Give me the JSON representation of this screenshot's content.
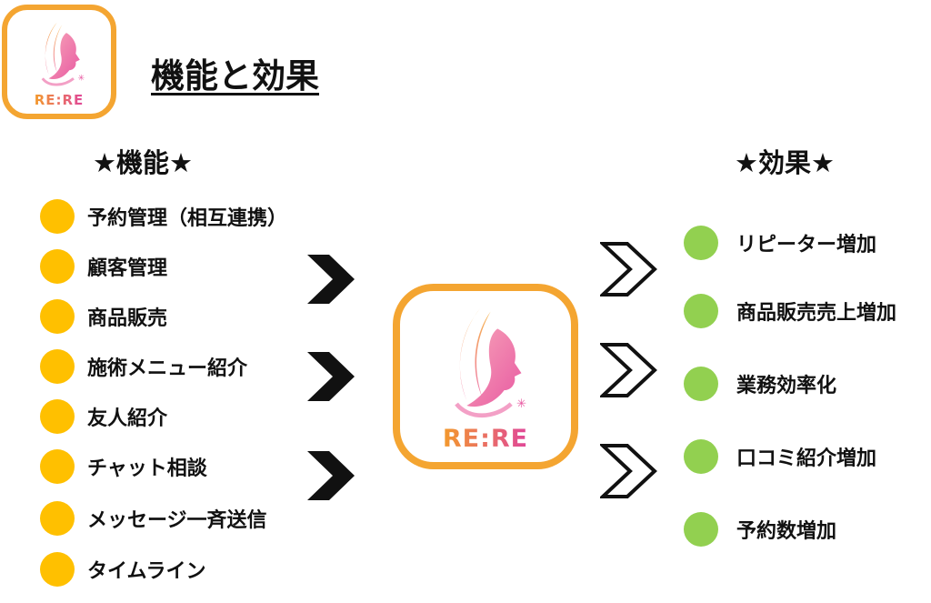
{
  "logo": {
    "wordmark": "RE:RE"
  },
  "title": "機能と効果",
  "features": {
    "heading": "★機能★",
    "items": [
      "予約管理（相互連携）",
      "顧客管理",
      "商品販売",
      "施術メニュー紹介",
      "友人紹介",
      "チャット相談",
      "メッセージ一斉送信",
      "タイムライン"
    ]
  },
  "effects": {
    "heading": "★効果★",
    "items": [
      "リピーター増加",
      "商品販売売上増加",
      "業務効率化",
      "口コミ紹介増加",
      "予約数増加"
    ]
  },
  "colors": {
    "feature_dot": "#ffc000",
    "effect_dot": "#92d050",
    "logo_orange": "#f39a2c",
    "logo_pink": "#e0469a",
    "arrow": "#111111"
  }
}
